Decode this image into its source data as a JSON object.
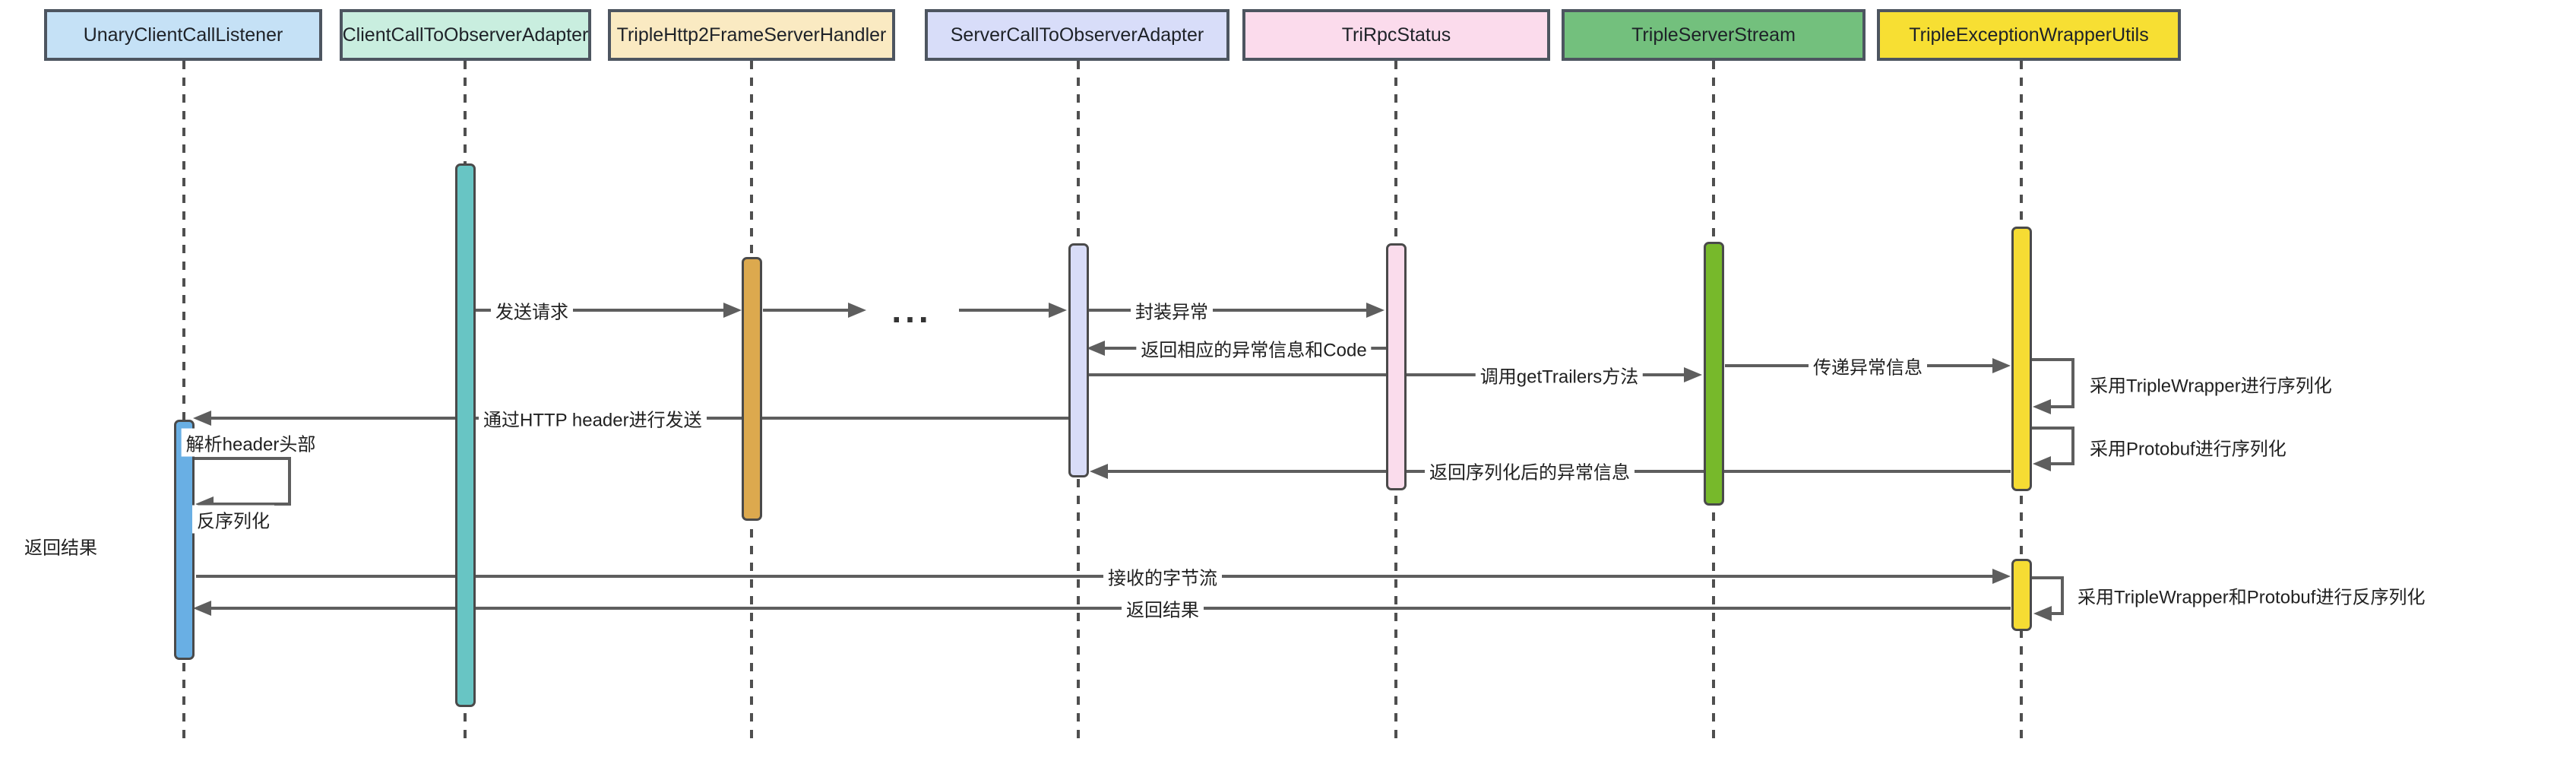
{
  "diagram": {
    "title": "Triple exception propagation sequence diagram",
    "participants": [
      {
        "id": "unary-client-call-listener",
        "label": "UnaryClientCallListener",
        "header_fill": "#C5E1F6",
        "bar_fill": "#69AFE4"
      },
      {
        "id": "client-call-to-observer-adapter",
        "label": "ClientCallToObserverAdapter",
        "header_fill": "#C9EEDF",
        "bar_fill": "#68C5C4"
      },
      {
        "id": "triple-http2-frame-server-handler",
        "label": "TripleHttp2FrameServerHandler",
        "header_fill": "#FAEAC2",
        "bar_fill": "#DCA94E"
      },
      {
        "id": "server-call-to-observer-adapter",
        "label": "ServerCallToObserverAdapter",
        "header_fill": "#D8DDF9",
        "bar_fill": "#D8DCF7"
      },
      {
        "id": "tri-rpc-status",
        "label": "TriRpcStatus",
        "header_fill": "#FBDBEC",
        "bar_fill": "#FADCEC"
      },
      {
        "id": "triple-server-stream",
        "label": "TripleServerStream",
        "header_fill": "#73C07D",
        "bar_fill": "#77B92B"
      },
      {
        "id": "triple-exception-wrapper-utils",
        "label": "TripleExceptionWrapperUtils",
        "header_fill": "#F7DF33",
        "bar_fill": "#F6DC33"
      }
    ],
    "messages": {
      "send_request": "发送请求",
      "ellipsis": "...",
      "wrap_exception": "封装异常",
      "return_exception_info_and_code": "返回相应的异常信息和Code",
      "call_get_trailers": "调用getTrailers方法",
      "pass_exception_info": "传递异常信息",
      "serialize_with_triple_wrapper": "采用TripleWrapper进行序列化",
      "serialize_with_protobuf": "采用Protobuf进行序列化",
      "send_via_http_header": "通过HTTP header进行发送",
      "return_serialized_exception_info": "返回序列化后的异常信息",
      "parse_header": "解析header头部",
      "deserialize": "反序列化",
      "return_result_left": "返回结果",
      "received_byte_stream": "接收的字节流",
      "return_result": "返回结果",
      "deserialize_with_triple_wrapper_and_protobuf": "采用TripleWrapper和Protobuf进行反序列化"
    },
    "colors": {
      "line": "#5e5e5e",
      "lifeline_dash": "#4f4f4f",
      "header_border": "#4d5560",
      "bar_border": "#4a4a4a",
      "text": "#212121",
      "background": "#ffffff"
    }
  }
}
